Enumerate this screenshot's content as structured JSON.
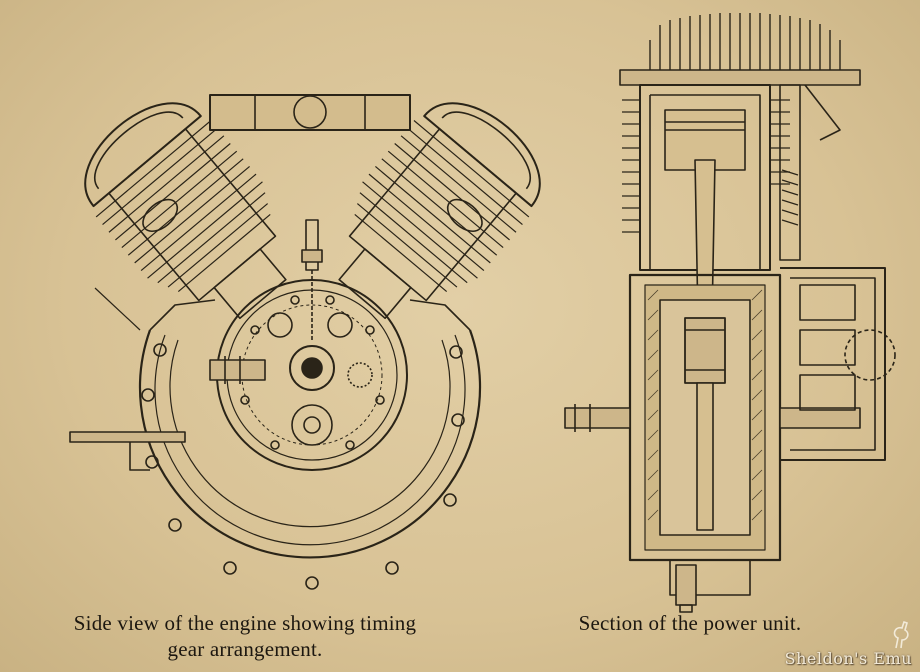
{
  "captions": {
    "left_line1": "Side view of the engine showing timing",
    "left_line2": "gear arrangement.",
    "right": "Section of the power unit."
  },
  "watermark": {
    "text": "Sheldon's Emu"
  },
  "colors": {
    "paper": "#d9c49a",
    "ink": "#2a2418"
  }
}
